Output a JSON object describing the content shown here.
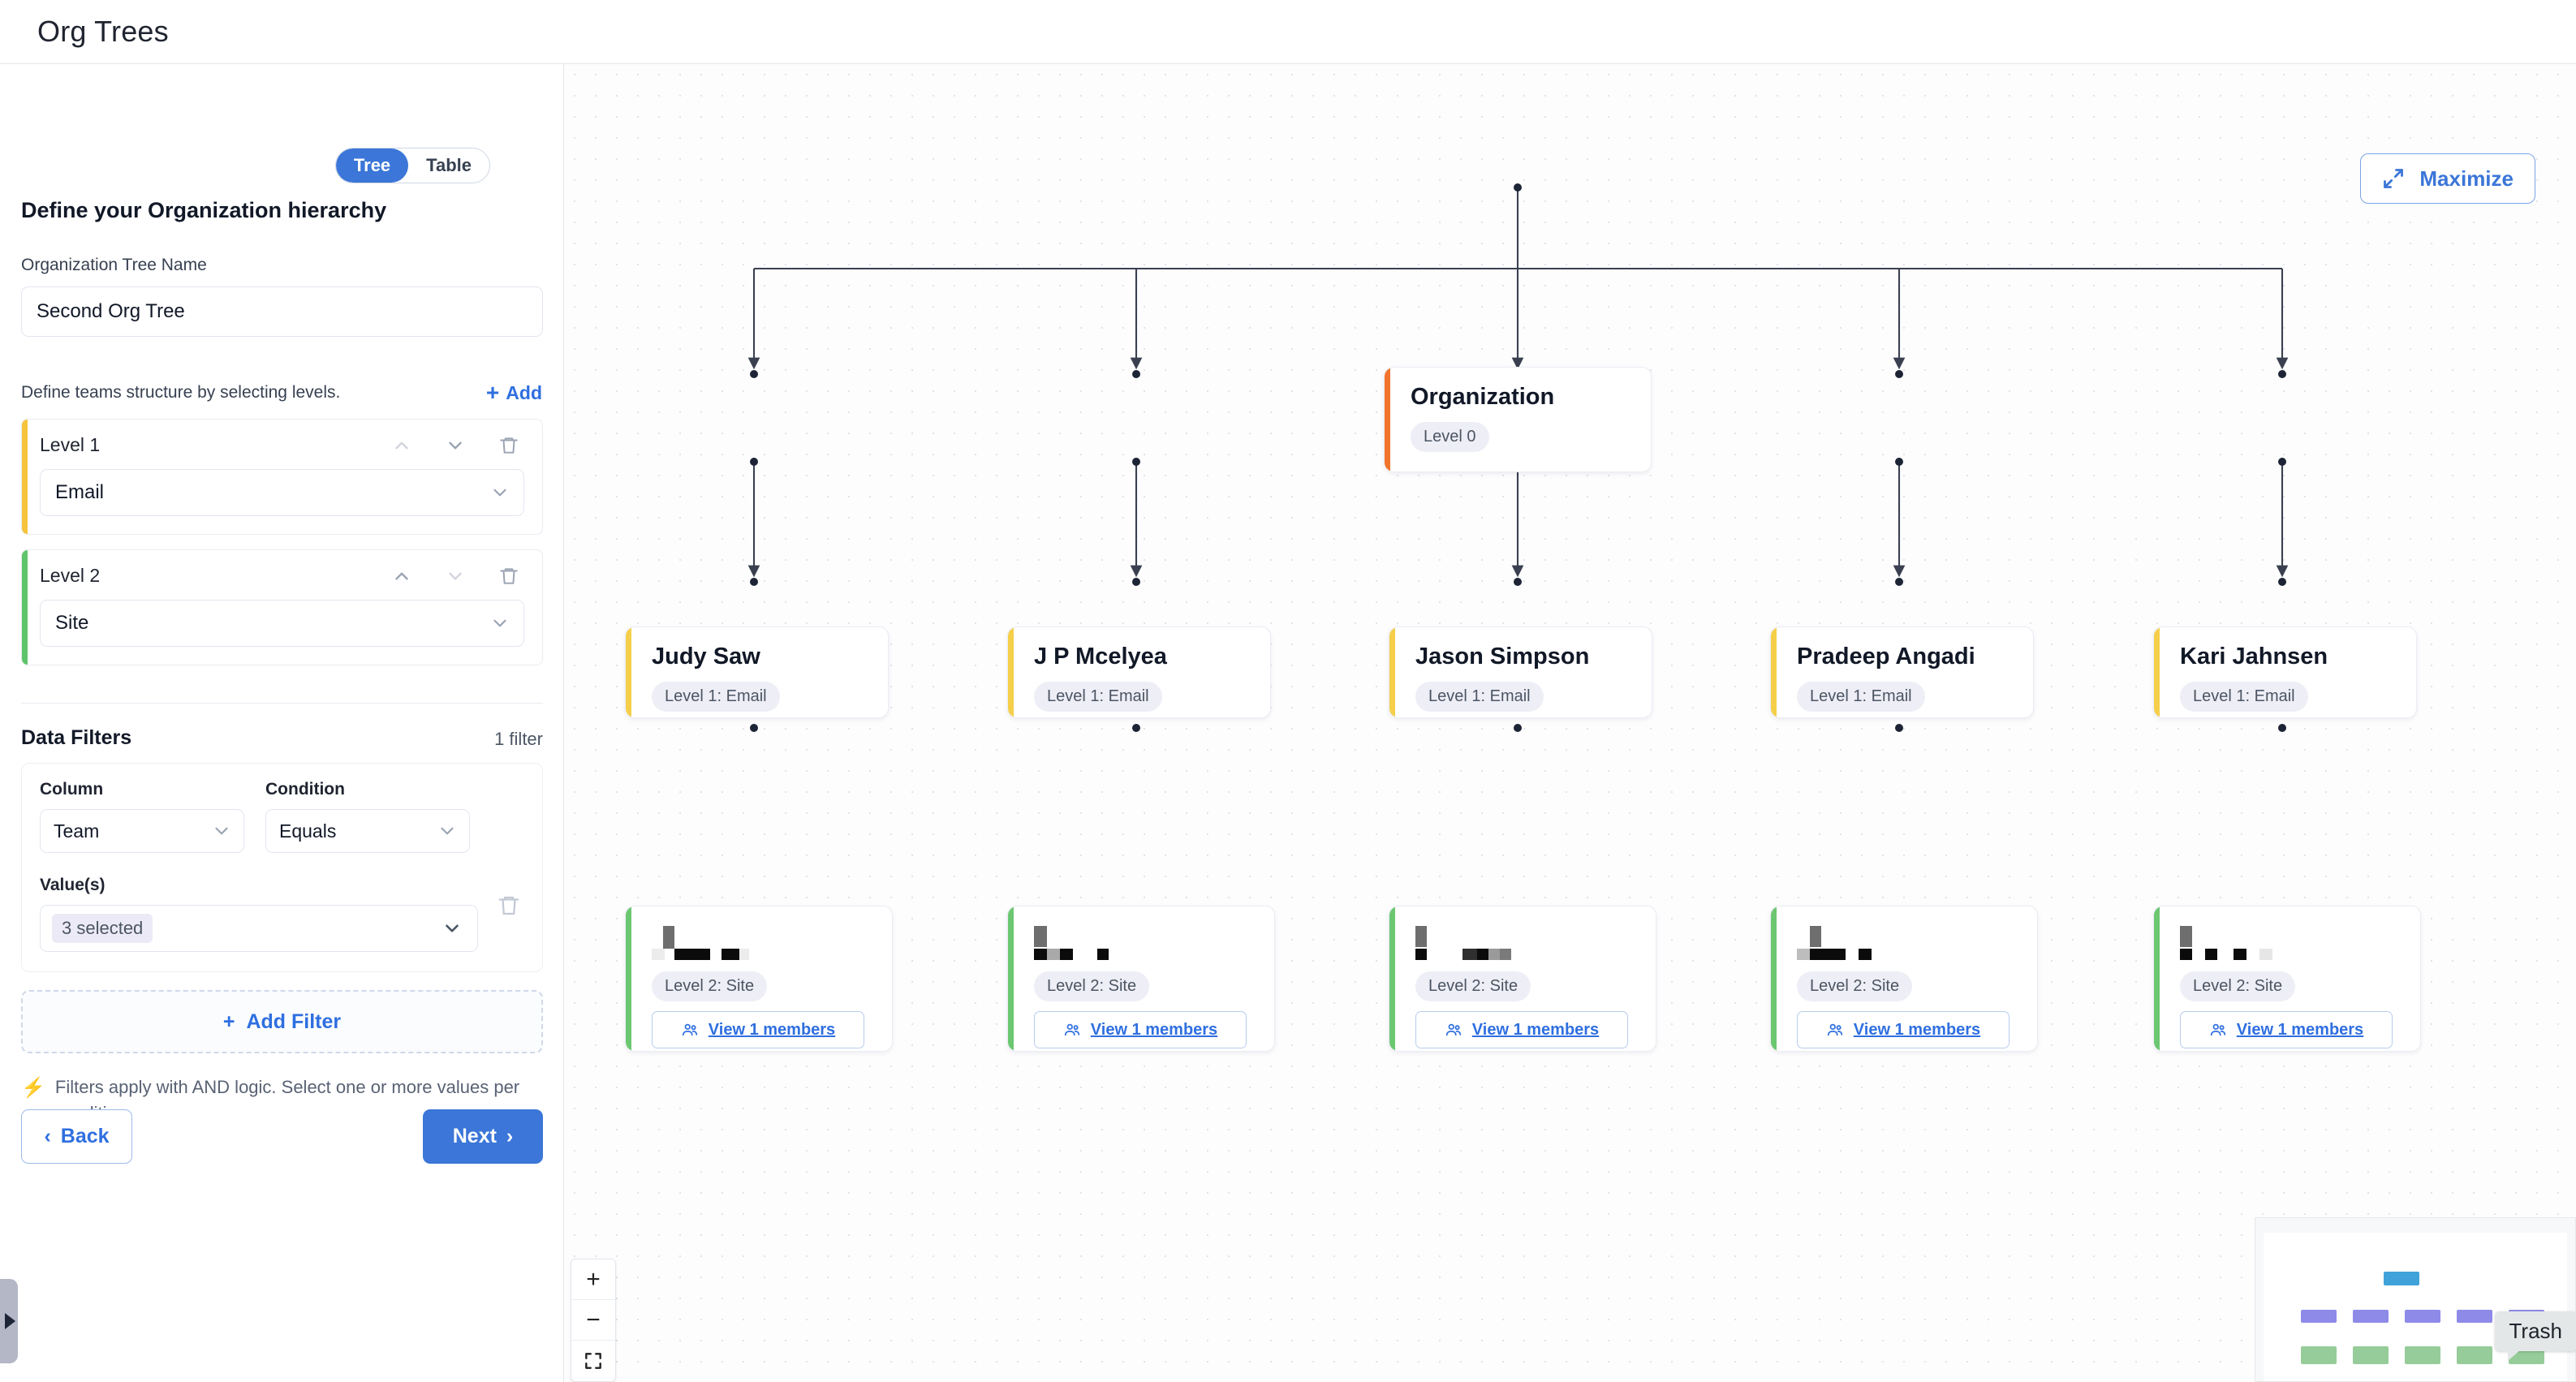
{
  "header": {
    "title": "Org Trees"
  },
  "sidebar": {
    "view_toggle": {
      "tree": "Tree",
      "table": "Table",
      "active": "Tree"
    },
    "heading": "Define your Organization hierarchy",
    "tree_name_label": "Organization Tree Name",
    "tree_name_value": "Second Org Tree",
    "levels_hint": "Define teams structure by selecting levels.",
    "add_label": "Add",
    "levels": [
      {
        "name": "Level 1",
        "value": "Email",
        "accent": "#f5c43c",
        "up_icon": "chevron-up-icon",
        "down_icon": "chevron-down-icon",
        "delete_icon": "trash-icon"
      },
      {
        "name": "Level 2",
        "value": "Site",
        "accent": "#5ec46a",
        "up_icon": "chevron-up-icon",
        "down_icon": "chevron-down-icon",
        "delete_icon": "trash-icon"
      }
    ],
    "filters": {
      "title": "Data Filters",
      "count": "1 filter",
      "column_label": "Column",
      "column_value": "Team",
      "condition_label": "Condition",
      "condition_value": "Equals",
      "values_label": "Value(s)",
      "values_chip": "3 selected",
      "add_filter": "Add Filter",
      "hint": "Filters apply with AND logic. Select one or more values per condition."
    },
    "nav": {
      "back": "Back",
      "next": "Next"
    }
  },
  "canvas": {
    "maximize": "Maximize",
    "zoom_controls": {
      "in": "+",
      "out": "−",
      "fit": "fit-screen-icon"
    },
    "minimap": {
      "tooltip": "Trash"
    },
    "nodes": {
      "root": {
        "name": "Organization",
        "badge": "Level 0"
      },
      "level1_badge": "Level 1: Email",
      "level2_badge": "Level 2: Site",
      "members_label": "View 1 members",
      "level1": [
        {
          "name": "Judy Saw"
        },
        {
          "name": "J P Mcelyea"
        },
        {
          "name": "Jason Simpson"
        },
        {
          "name": "Pradeep Angadi"
        },
        {
          "name": "Kari Jahnsen"
        }
      ],
      "level2": [
        {
          "name": "[redacted]"
        },
        {
          "name": "[redacted]"
        },
        {
          "name": "[redacted]"
        },
        {
          "name": "[redacted]"
        },
        {
          "name": "[redacted]"
        }
      ]
    }
  },
  "colors": {
    "accent_blue": "#3b76d8",
    "level0": "#f2742c",
    "level1": "#f5cf4a",
    "level2": "#6cc771"
  }
}
